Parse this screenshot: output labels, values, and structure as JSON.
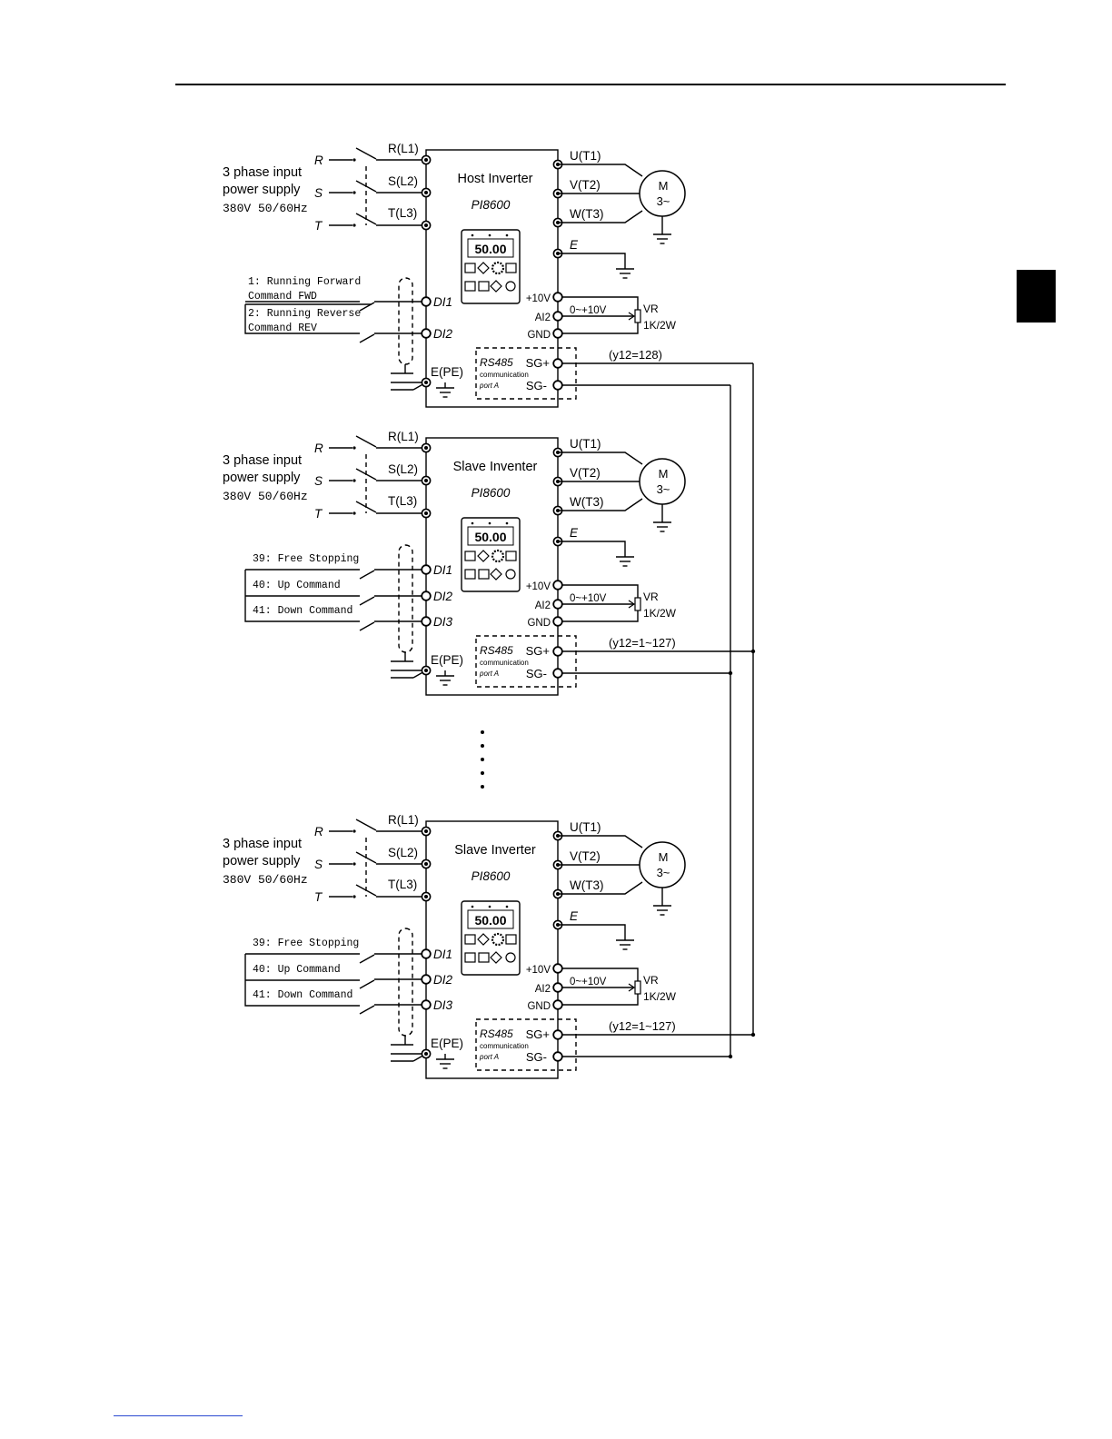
{
  "diagram": {
    "units": [
      {
        "id": "host",
        "title": "Host Inverter",
        "model": "PI8600",
        "address": "(y12=128)",
        "inputs": [
          "R(L1)",
          "S(L2)",
          "T(L3)"
        ],
        "phases": [
          "R",
          "S",
          "T"
        ],
        "supply": [
          "3 phase input",
          "power supply",
          "380V 50/60Hz"
        ],
        "outputs": [
          "U(T1)",
          "V(T2)",
          "W(T3)",
          "E"
        ],
        "motor": [
          "M",
          "3~"
        ],
        "analog": [
          "+10V",
          "AI2",
          "GND"
        ],
        "range": "0~+10V",
        "vr": [
          "VR",
          "1K/2W"
        ],
        "digital_inputs": [
          "DI1",
          "DI2"
        ],
        "functions": [
          "1: Running Forward",
          "Command  FWD",
          "2: Running Reverse",
          "Command  REV"
        ],
        "pe": "E(PE)",
        "rs485": [
          "RS485",
          "communication",
          "port A"
        ],
        "sg": [
          "SG+",
          "SG-"
        ],
        "display": "50.00"
      },
      {
        "id": "slave1",
        "title": "Slave Inventer",
        "model": "PI8600",
        "address": "(y12=1~127)",
        "inputs": [
          "R(L1)",
          "S(L2)",
          "T(L3)"
        ],
        "phases": [
          "R",
          "S",
          "T"
        ],
        "supply": [
          "3 phase input",
          "power supply",
          "380V 50/60Hz"
        ],
        "outputs": [
          "U(T1)",
          "V(T2)",
          "W(T3)",
          "E"
        ],
        "motor": [
          "M",
          "3~"
        ],
        "analog": [
          "+10V",
          "AI2",
          "GND"
        ],
        "range": "0~+10V",
        "vr": [
          "VR",
          "1K/2W"
        ],
        "digital_inputs": [
          "DI1",
          "DI2",
          "DI3"
        ],
        "functions": [
          "39: Free Stopping",
          "40: Up Command",
          "41: Down Command"
        ],
        "pe": "E(PE)",
        "rs485": [
          "RS485",
          "communication",
          "port A"
        ],
        "sg": [
          "SG+",
          "SG-"
        ],
        "display": "50.00"
      },
      {
        "id": "slave2",
        "title": "Slave Inverter",
        "model": "PI8600",
        "address": "(y12=1~127)",
        "inputs": [
          "R(L1)",
          "S(L2)",
          "T(L3)"
        ],
        "phases": [
          "R",
          "S",
          "T"
        ],
        "supply": [
          "3 phase input",
          "power supply",
          "380V 50/60Hz"
        ],
        "outputs": [
          "U(T1)",
          "V(T2)",
          "W(T3)",
          "E"
        ],
        "motor": [
          "M",
          "3~"
        ],
        "analog": [
          "+10V",
          "AI2",
          "GND"
        ],
        "range": "0~+10V",
        "vr": [
          "VR",
          "1K/2W"
        ],
        "digital_inputs": [
          "DI1",
          "DI2",
          "DI3"
        ],
        "functions": [
          "39: Free Stopping",
          "40: Up Command",
          "41: Down Command"
        ],
        "pe": "E(PE)",
        "rs485": [
          "RS485",
          "communication",
          "port A"
        ],
        "sg": [
          "SG+",
          "SG-"
        ],
        "display": "50.00"
      }
    ]
  }
}
